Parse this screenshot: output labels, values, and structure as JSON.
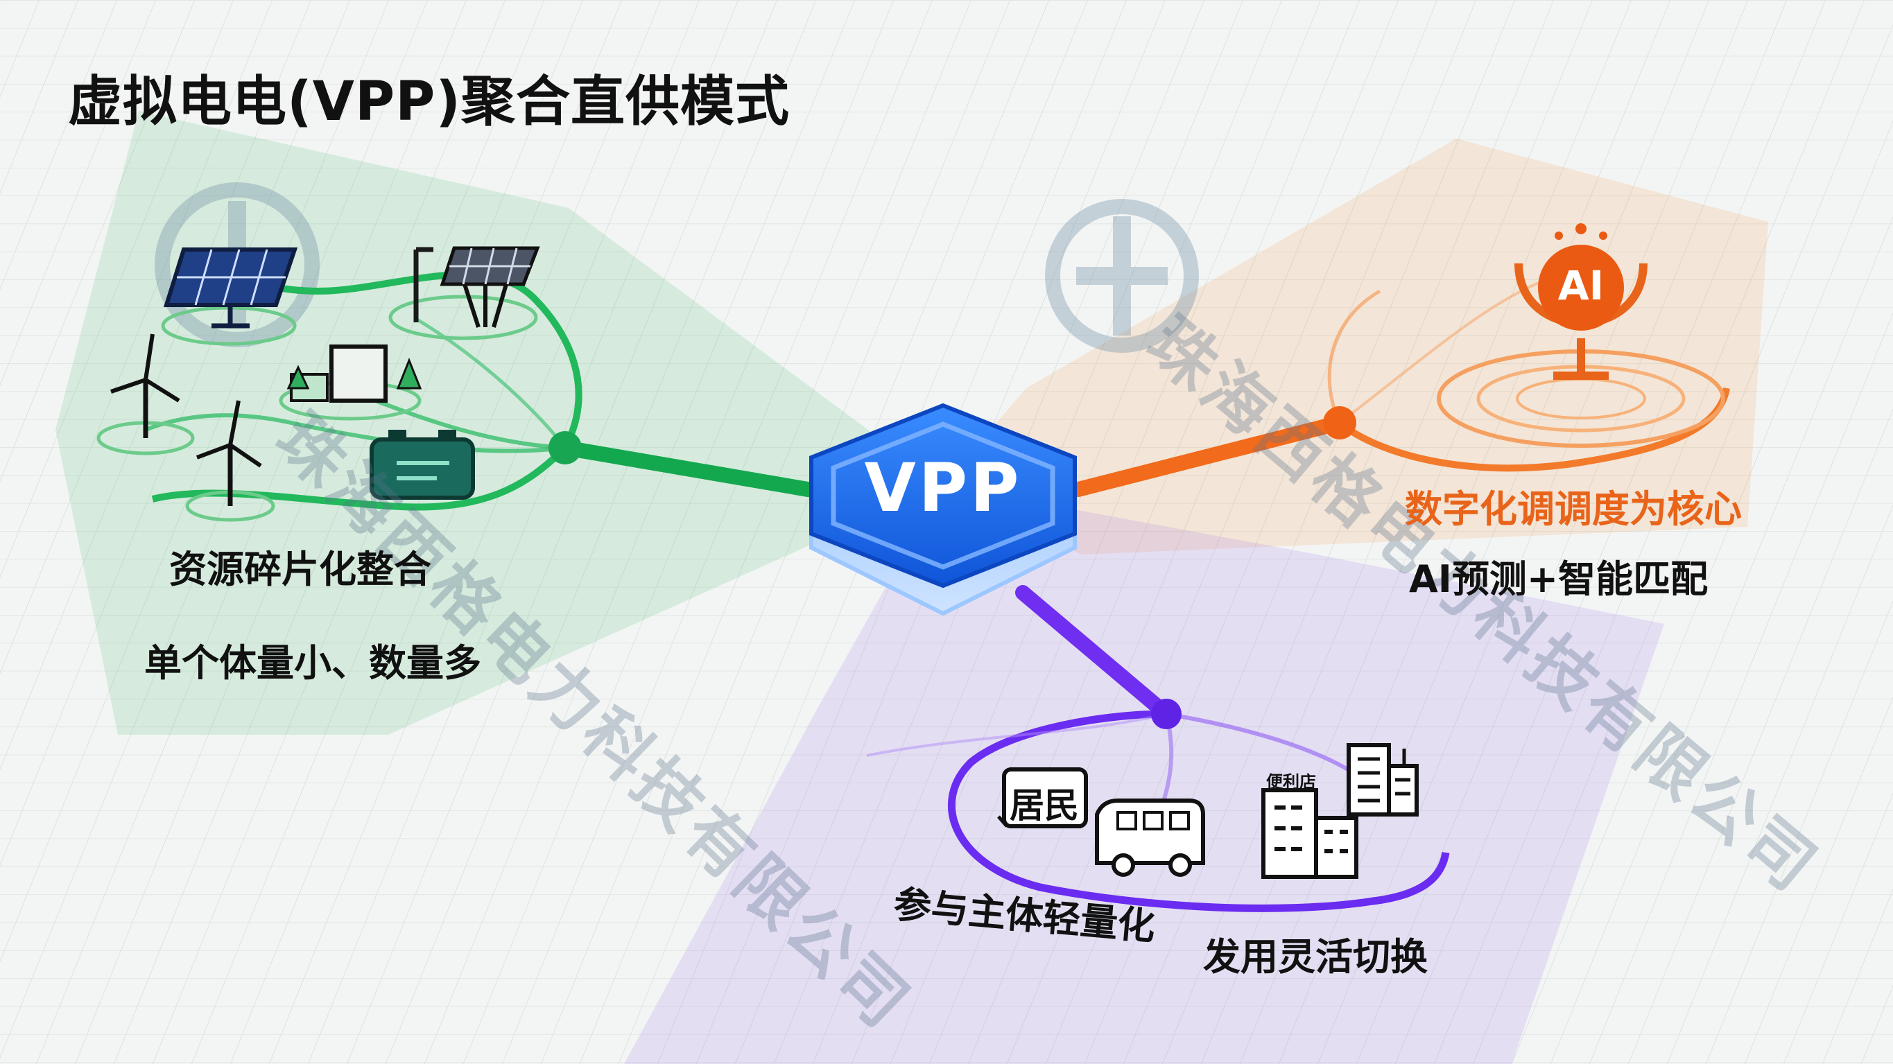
{
  "title": "虚拟电电(VPP)聚合直供模式",
  "hub": {
    "label": "VPP"
  },
  "branches": {
    "resources": {
      "title": "资源碎片化整合",
      "subtitle": "单个体量小、数量多"
    },
    "dispatch": {
      "title": "数字化调调度为核心",
      "subtitle": "AI预测+智能匹配",
      "badge": "AI"
    },
    "participants": {
      "title": "参与主体轻量化",
      "subtitle": "发用灵活切换",
      "sign_residents": "居民",
      "sign_store": "便利店"
    }
  },
  "watermark": {
    "text": "珠海西格电力科技有限公司"
  },
  "colors": {
    "green": "#1db35a",
    "orange": "#f26a1b",
    "purple": "#7b3cf0",
    "blue": "#1a73f0",
    "title": "#111111"
  }
}
